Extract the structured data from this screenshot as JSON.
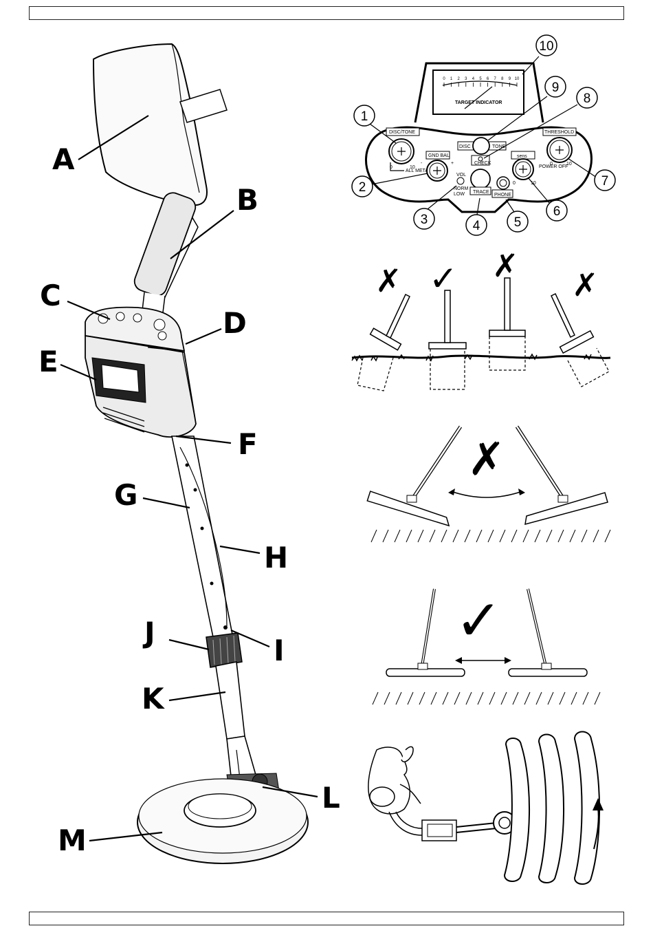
{
  "letters": [
    "A",
    "B",
    "C",
    "D",
    "E",
    "F",
    "G",
    "H",
    "I",
    "J",
    "K",
    "L",
    "M"
  ],
  "panel": {
    "meter_scale": [
      "0",
      "1",
      "2",
      "3",
      "4",
      "5",
      "6",
      "7",
      "8",
      "9",
      "10"
    ],
    "meter_title": "TARGET INDICATOR",
    "disc_tone_label": "DISC/TONE",
    "disc_tone_min": "0",
    "disc_tone_max": "10",
    "all_metal": "ALL METAL",
    "gnd_bal_label": "GND BAL",
    "gnd_bal_minus": "-",
    "gnd_bal_plus": "+",
    "vol_label": "VOL",
    "norm_label": "NORM",
    "low_label": "LOW",
    "disc_button_left": "DISC",
    "disc_button_right": "TONE",
    "check_label": "CHECK",
    "trace_label": "TRACE",
    "phone_label": "PHONE",
    "sens_label": "sens",
    "sens_min": "0",
    "sens_max": "10",
    "power_off": "POWER OFF",
    "threshold_label": "THRESHOLD",
    "threshold_min": "0",
    "threshold_max": "10",
    "callouts": [
      "1",
      "2",
      "3",
      "4",
      "5",
      "6",
      "7",
      "8",
      "9",
      "10"
    ]
  },
  "marks": {
    "wrong": "✗",
    "right": "✓"
  }
}
